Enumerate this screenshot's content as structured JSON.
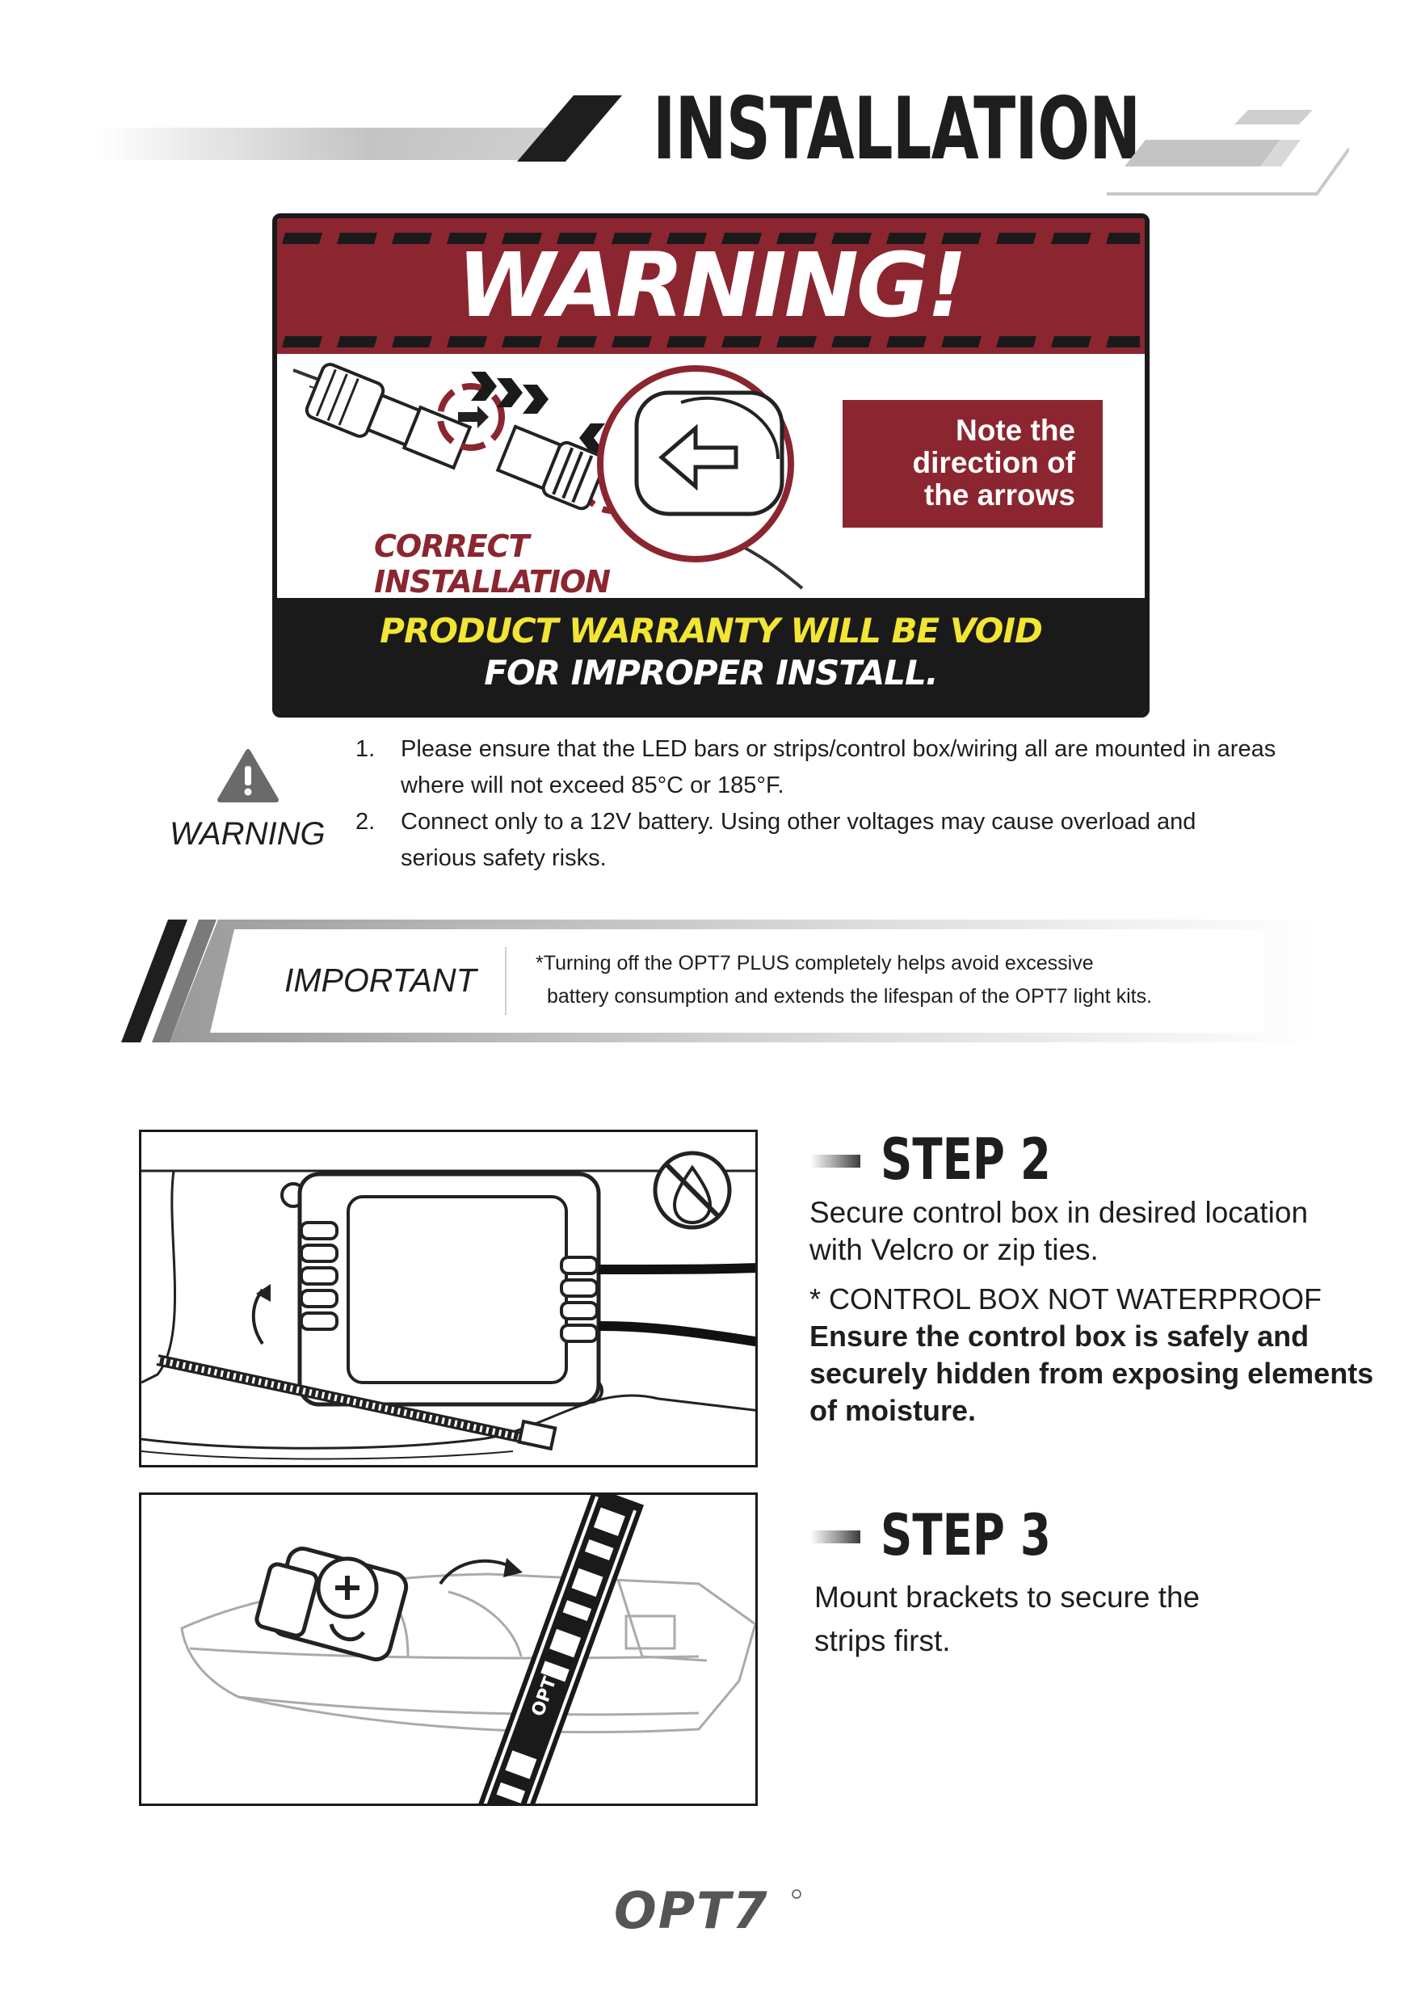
{
  "header": {
    "title": "INSTALLATION"
  },
  "warning_banner": {
    "headline": "WARNING!",
    "note_lines": [
      "Note the",
      "direction of",
      "the arrows"
    ],
    "correct_lines": [
      "CORRECT",
      "INSTALLATION"
    ],
    "void_line1": "PRODUCT WARRANTY WILL BE VOID",
    "void_line2": "FOR IMPROPER INSTALL."
  },
  "warnings": {
    "label": "WARNING",
    "items": [
      {
        "num": "1.",
        "text": "Please ensure that the LED bars or strips/control box/wiring all are mounted in areas where will not exceed 85°C or 185°F."
      },
      {
        "num": "2.",
        "text": "Connect only to a 12V battery. Using other voltages may cause overload and serious safety risks."
      }
    ]
  },
  "important": {
    "label": "IMPORTANT",
    "line1": "*Turning off the OPT7 PLUS completely helps avoid excessive",
    "line2": "battery consumption and extends the lifespan of the OPT7 light kits."
  },
  "step2": {
    "title": "STEP 2",
    "line1": "Secure control box in desired location",
    "line2": "with Velcro or zip ties.",
    "note_line1": "*  CONTROL BOX NOT WATERPROOF",
    "note_line2": "Ensure the control box is safely and",
    "note_line3": "securely hidden from exposing elements",
    "note_line4": "of moisture."
  },
  "step3": {
    "title": "STEP 3",
    "line1": "Mount brackets to secure the",
    "line2": "strips first."
  },
  "footer": {
    "logo_text": "OPT7"
  },
  "colors": {
    "brand_red": "#8b2630",
    "warning_yellow": "#f2e534",
    "dark": "#1a1a1a"
  }
}
